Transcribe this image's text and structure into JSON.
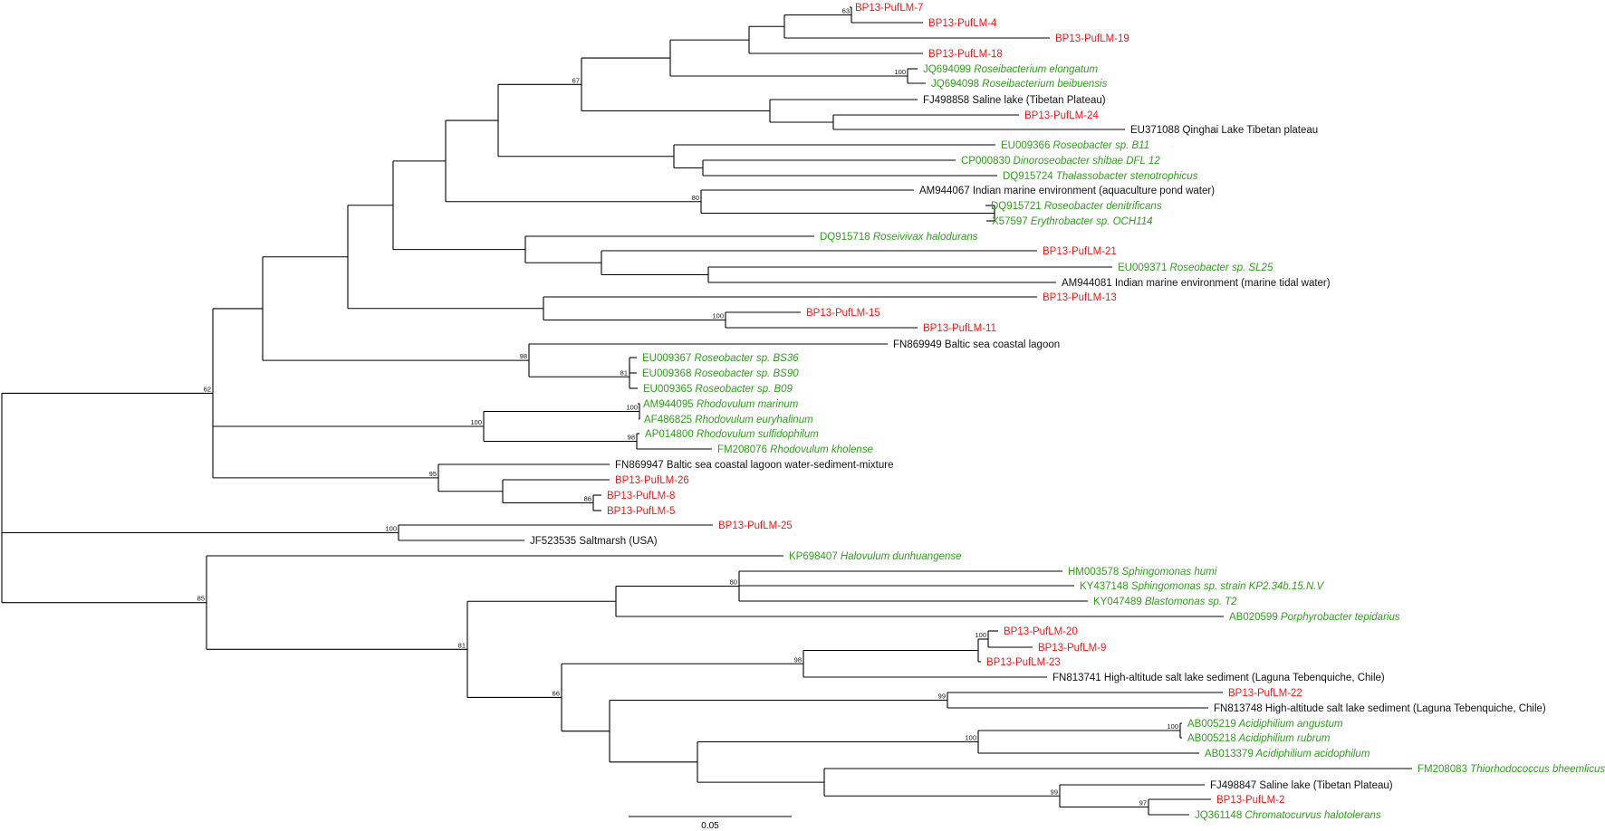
{
  "colors": {
    "isolate": "#ee1b1b",
    "reference": "#2ea01a",
    "environmental": "#111111"
  },
  "leaves": [
    {
      "id": "L01",
      "acc": "BP13-PufLM-7",
      "name": "",
      "kind": "isolate"
    },
    {
      "id": "L02",
      "acc": "BP13-PufLM-4",
      "name": "",
      "kind": "isolate"
    },
    {
      "id": "L03",
      "acc": "BP13-PufLM-19",
      "name": "",
      "kind": "isolate"
    },
    {
      "id": "L04",
      "acc": "BP13-PufLM-18",
      "name": "",
      "kind": "isolate"
    },
    {
      "id": "L05",
      "acc": "JQ694099",
      "name": "Roseibacterium elongatum",
      "kind": "reference"
    },
    {
      "id": "L06",
      "acc": "JQ694098",
      "name": "Roseibacterium beibuensis",
      "kind": "reference"
    },
    {
      "id": "L07",
      "acc": "FJ498858",
      "name": "Saline lake (Tibetan Plateau)",
      "kind": "environmental"
    },
    {
      "id": "L08",
      "acc": "BP13-PufLM-24",
      "name": "",
      "kind": "isolate"
    },
    {
      "id": "L09",
      "acc": "EU371088",
      "name": "Qinghai Lake Tibetan plateau",
      "kind": "environmental"
    },
    {
      "id": "L10",
      "acc": "EU009366",
      "name": "Roseobacter sp. B11",
      "kind": "reference"
    },
    {
      "id": "L11",
      "acc": "CP000830",
      "name": "Dinoroseobacter shibae DFL 12",
      "kind": "reference"
    },
    {
      "id": "L12",
      "acc": "DQ915724",
      "name": "Thalassobacter stenotrophicus",
      "kind": "reference"
    },
    {
      "id": "L13",
      "acc": "AM944067",
      "name": "Indian marine environment (aquaculture pond water)",
      "kind": "environmental"
    },
    {
      "id": "L14",
      "acc": "DQ915721",
      "name": "Roseobacter denitrificans",
      "kind": "reference"
    },
    {
      "id": "L15",
      "acc": "X57597",
      "name": "Erythrobacter sp. OCH114",
      "kind": "reference"
    },
    {
      "id": "L16",
      "acc": "DQ915718",
      "name": "Roseivivax halodurans",
      "kind": "reference"
    },
    {
      "id": "L17",
      "acc": "BP13-PufLM-21",
      "name": "",
      "kind": "isolate"
    },
    {
      "id": "L18",
      "acc": "EU009371",
      "name": "Roseobacter sp. SL25",
      "kind": "reference"
    },
    {
      "id": "L19",
      "acc": "AM944081",
      "name": "Indian marine environment (marine tidal water)",
      "kind": "environmental"
    },
    {
      "id": "L20",
      "acc": "BP13-PufLM-13",
      "name": "",
      "kind": "isolate"
    },
    {
      "id": "L21",
      "acc": "BP13-PufLM-15",
      "name": "",
      "kind": "isolate"
    },
    {
      "id": "L22",
      "acc": "BP13-PufLM-11",
      "name": "",
      "kind": "isolate"
    },
    {
      "id": "L23",
      "acc": "FN869949",
      "name": "Baltic sea coastal lagoon",
      "kind": "environmental"
    },
    {
      "id": "L24",
      "acc": "EU009367",
      "name": "Roseobacter sp. BS36",
      "kind": "reference"
    },
    {
      "id": "L25",
      "acc": "EU009368",
      "name": "Roseobacter sp. BS90",
      "kind": "reference"
    },
    {
      "id": "L26",
      "acc": "EU009365",
      "name": "Roseobacter sp. B09",
      "kind": "reference"
    },
    {
      "id": "L27",
      "acc": "AM944095",
      "name": "Rhodovulum marinum",
      "kind": "reference"
    },
    {
      "id": "L28",
      "acc": "AF486825",
      "name": "Rhodovulum euryhalinum",
      "kind": "reference"
    },
    {
      "id": "L29",
      "acc": "AP014800",
      "name": "Rhodovulum sulfidophilum",
      "kind": "reference"
    },
    {
      "id": "L30",
      "acc": "FM208076",
      "name": "Rhodovulum kholense",
      "kind": "reference"
    },
    {
      "id": "L31",
      "acc": "FN869947",
      "name": "Baltic sea coastal lagoon water-sediment-mixture",
      "kind": "environmental"
    },
    {
      "id": "L32",
      "acc": "BP13-PufLM-26",
      "name": "",
      "kind": "isolate"
    },
    {
      "id": "L33",
      "acc": "BP13-PufLM-8",
      "name": "",
      "kind": "isolate"
    },
    {
      "id": "L34",
      "acc": "BP13-PufLM-5",
      "name": "",
      "kind": "isolate"
    },
    {
      "id": "L35",
      "acc": "BP13-PufLM-25",
      "name": "",
      "kind": "isolate"
    },
    {
      "id": "L36",
      "acc": "JF523535",
      "name": "Saltmarsh (USA)",
      "kind": "environmental"
    },
    {
      "id": "L37",
      "acc": "KP698407",
      "name": "Halovulum dunhuangense",
      "kind": "reference"
    },
    {
      "id": "L38",
      "acc": "HM003578",
      "name": "Sphingomonas humi",
      "kind": "reference"
    },
    {
      "id": "L39",
      "acc": "KY437148",
      "name": "Sphingomonas sp. strain KP2.34b.15.N.V",
      "kind": "reference"
    },
    {
      "id": "L40",
      "acc": "KY047489",
      "name": "Blastomonas sp. T2",
      "kind": "reference"
    },
    {
      "id": "L41",
      "acc": "AB020599",
      "name": "Porphyrobacter tepidarius",
      "kind": "reference"
    },
    {
      "id": "L42",
      "acc": "BP13-PufLM-20",
      "name": "",
      "kind": "isolate"
    },
    {
      "id": "L43",
      "acc": "BP13-PufLM-9",
      "name": "",
      "kind": "isolate"
    },
    {
      "id": "L44",
      "acc": "BP13-PufLM-23",
      "name": "",
      "kind": "isolate"
    },
    {
      "id": "L45",
      "acc": "FN813741",
      "name": "High-altitude salt lake sediment (Laguna Tebenquiche, Chile)",
      "kind": "environmental"
    },
    {
      "id": "L46",
      "acc": "BP13-PufLM-22",
      "name": "",
      "kind": "isolate"
    },
    {
      "id": "L47",
      "acc": "FN813748",
      "name": "High-altitude salt lake sediment (Laguna Tebenquiche, Chile)",
      "kind": "environmental"
    },
    {
      "id": "L48",
      "acc": "AB005219",
      "name": "Acidiphilium angustum",
      "kind": "reference"
    },
    {
      "id": "L49",
      "acc": "AB005218",
      "name": "Acidiphilium rubrum",
      "kind": "reference"
    },
    {
      "id": "L50",
      "acc": "AB013379",
      "name": "Acidiphilium acidophilum",
      "kind": "reference"
    },
    {
      "id": "L51",
      "acc": "FM208083",
      "name": "Thiorhodococcus bheemlicus",
      "kind": "reference"
    },
    {
      "id": "L52",
      "acc": "FJ498847",
      "name": "Saline lake (Tibetan Plateau)",
      "kind": "environmental"
    },
    {
      "id": "L53",
      "acc": "BP13-PufLM-2",
      "name": "",
      "kind": "isolate"
    },
    {
      "id": "L54",
      "acc": "JQ361148",
      "name": "Chromatocurvus halotolerans",
      "kind": "reference"
    }
  ],
  "bootstrap": {
    "n_7_4": "63",
    "n_top": "67",
    "n_roseibacterium": "100",
    "n_aquaculture": "80",
    "n_15_11": "100",
    "n_bs": "98",
    "n_bs90": "81",
    "n_marinum": "100",
    "n_rhodovulum": "100",
    "n_sulfidophilum": "98",
    "n_main": "62",
    "n_26": "95",
    "n_8_5": "86",
    "n_25": "100",
    "n_lower": "85",
    "n_sphingo": "80",
    "n_81": "81",
    "n_20_9": "100",
    "n_23": "98",
    "n_66": "66",
    "n_22": "99",
    "n_acidi": "100",
    "n_angustum": "100",
    "n_fj847": "99",
    "n_pufLM2": "97"
  },
  "scale_bar": {
    "label": "0.05"
  }
}
